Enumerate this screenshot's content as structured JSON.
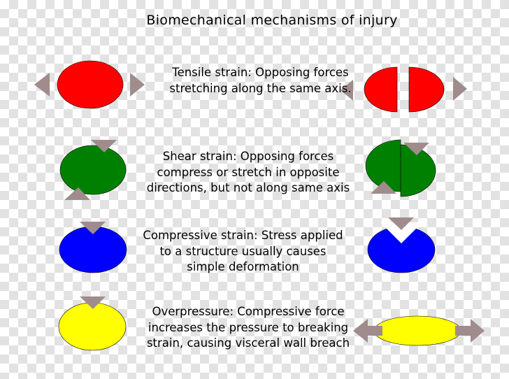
{
  "title": "Biomechanical mechanisms of injury",
  "colors": {
    "tensile": "#ff0000",
    "shear": "#008000",
    "compressive": "#0000ff",
    "overpressure": "#ffff00",
    "arrow": "#a08c8c",
    "outline": "#000000"
  },
  "mechanisms": [
    {
      "description": "Tensile strain: Opposing forces\nstretching along the same axis."
    },
    {
      "description": "Shear strain: Opposing forces\ncompress or stretch in opposite\ndirections, but not along same axis"
    },
    {
      "description": "Compressive strain: Stress applied\nto a structure usually causes\nsimple deformation"
    },
    {
      "description": "Overpressure: Compressive force\nincreases the pressure to breaking\nstrain, causing visceral wall breach"
    }
  ]
}
